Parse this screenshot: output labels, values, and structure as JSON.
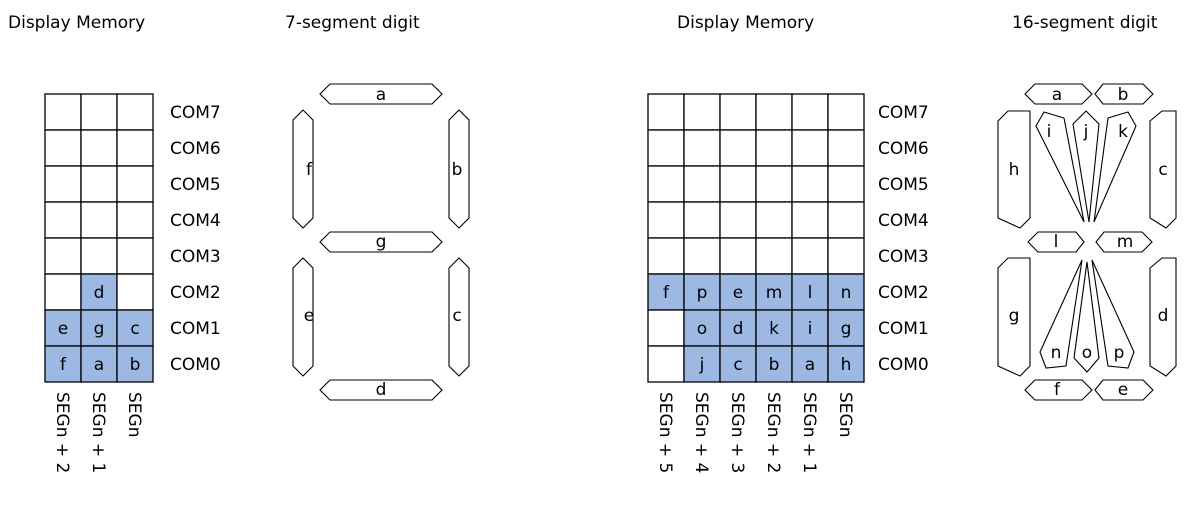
{
  "colors": {
    "active": "#9db8e3",
    "inactive": "#ffffff",
    "line": "#000000"
  },
  "titles": {
    "mem1": "Display Memory",
    "seg7": "7-segment digit",
    "mem2": "Display Memory",
    "seg16": "16-segment digit"
  },
  "memory_7seg": {
    "rows": [
      "COM7",
      "COM6",
      "COM5",
      "COM4",
      "COM3",
      "COM2",
      "COM1",
      "COM0"
    ],
    "columns": [
      "SEGn + 2",
      "SEGn + 1",
      "SEGn"
    ],
    "cells": [
      [
        "",
        "",
        ""
      ],
      [
        "",
        "",
        ""
      ],
      [
        "",
        "",
        ""
      ],
      [
        "",
        "",
        ""
      ],
      [
        "",
        "",
        ""
      ],
      [
        "",
        "d",
        ""
      ],
      [
        "e",
        "g",
        "c"
      ],
      [
        "f",
        "a",
        "b"
      ]
    ]
  },
  "memory_16seg": {
    "rows": [
      "COM7",
      "COM6",
      "COM5",
      "COM4",
      "COM3",
      "COM2",
      "COM1",
      "COM0"
    ],
    "columns": [
      "SEGn + 5",
      "SEGn + 4",
      "SEGn + 3",
      "SEGn + 2",
      "SEGn + 1",
      "SEGn"
    ],
    "cells": [
      [
        "",
        "",
        "",
        "",
        "",
        ""
      ],
      [
        "",
        "",
        "",
        "",
        "",
        ""
      ],
      [
        "",
        "",
        "",
        "",
        "",
        ""
      ],
      [
        "",
        "",
        "",
        "",
        "",
        ""
      ],
      [
        "",
        "",
        "",
        "",
        "",
        ""
      ],
      [
        "f",
        "p",
        "e",
        "m",
        "l",
        "n"
      ],
      [
        "",
        "o",
        "d",
        "k",
        "i",
        "g"
      ],
      [
        "",
        "j",
        "c",
        "b",
        "a",
        "h"
      ]
    ]
  },
  "seg7_labels": {
    "a": "a",
    "b": "b",
    "c": "c",
    "d": "d",
    "e": "e",
    "f": "f",
    "g": "g"
  },
  "seg16_labels": {
    "a": "a",
    "b": "b",
    "c": "c",
    "d": "d",
    "e": "e",
    "f": "f",
    "g": "g",
    "h": "h",
    "i": "i",
    "j": "j",
    "k": "k",
    "l": "l",
    "m": "m",
    "n": "n",
    "o": "o",
    "p": "p"
  }
}
